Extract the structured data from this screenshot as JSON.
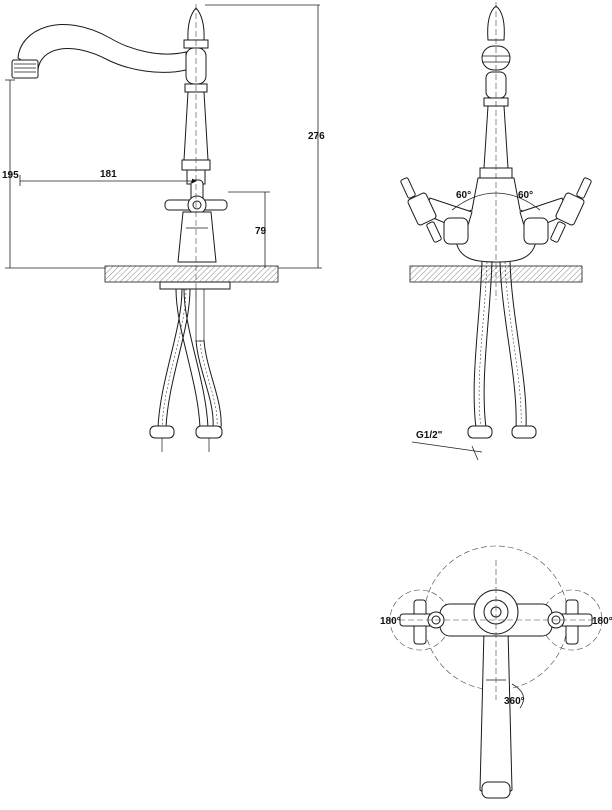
{
  "dimensions": {
    "spout_height": "195",
    "spout_reach": "181",
    "total_height": "276",
    "handle_height": "79"
  },
  "angles": {
    "left_handle": "60°",
    "right_handle": "60°",
    "handle_rotation_left": "180°",
    "handle_rotation_right": "180°",
    "spout_rotation": "360°"
  },
  "connection": {
    "thread": "G1/2\""
  }
}
